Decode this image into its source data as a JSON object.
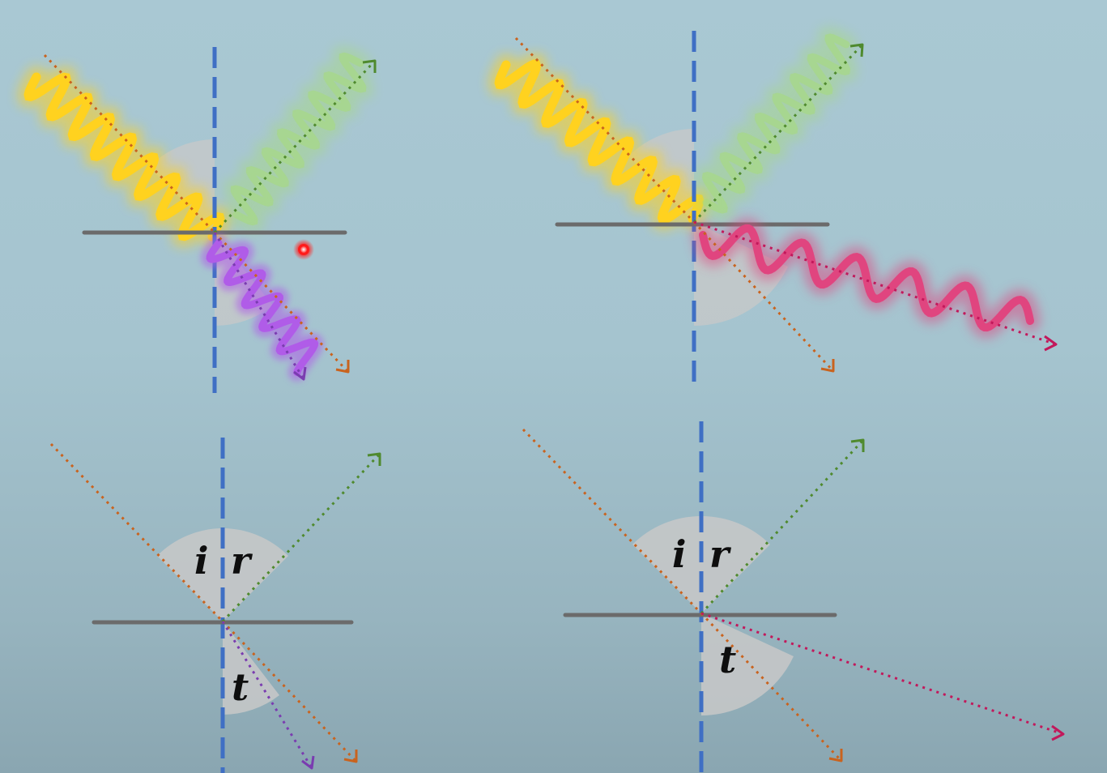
{
  "colors": {
    "incident": "#c9631e",
    "reflected": "#4f8a2e",
    "transmitted_short": "#7a3cb0",
    "transmitted_long": "#c2185b",
    "normal": "#3f6fc4",
    "interface": "#6b6b6b",
    "angle_sector": "#c8c8c8",
    "wave_yellow": "#ffd21f",
    "wave_green": "#9fd77a",
    "wave_purple": "#b05ce8",
    "wave_pink": "#e0457f",
    "pointer": "#ff1a1a"
  },
  "panels": {
    "bottom_left": {
      "labels": {
        "incident": "i",
        "reflected": "r",
        "transmitted": "t"
      }
    },
    "bottom_right": {
      "labels": {
        "incident": "i",
        "reflected": "r",
        "transmitted": "t"
      }
    }
  }
}
